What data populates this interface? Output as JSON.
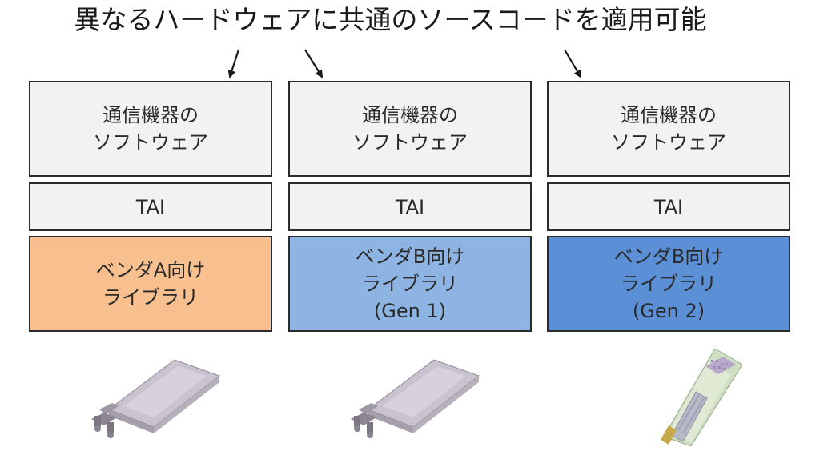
{
  "headline": "異なるハードウェアに共通のソースコードを適用可能",
  "columns": [
    {
      "software": "通信機器の\nソフトウェア",
      "tai": "TAI",
      "library": "ベンダA向け\nライブラリ",
      "library_color": "#f9c08f",
      "device": "pluggable-transceiver-module"
    },
    {
      "software": "通信機器の\nソフトウェア",
      "tai": "TAI",
      "library": "ベンダB向け\nライブラリ\n(Gen 1)",
      "library_color": "#8eb4e3",
      "device": "pluggable-transceiver-module"
    },
    {
      "software": "通信機器の\nソフトウェア",
      "tai": "TAI",
      "library": "ベンダB向け\nライブラリ\n(Gen 2)",
      "library_color": "#5b8fd6",
      "device": "onboard-optics-board"
    }
  ],
  "colors": {
    "box_border": "#2b2b2b",
    "box_fill": "#f2f2f2",
    "text": "#2a2a2a"
  }
}
